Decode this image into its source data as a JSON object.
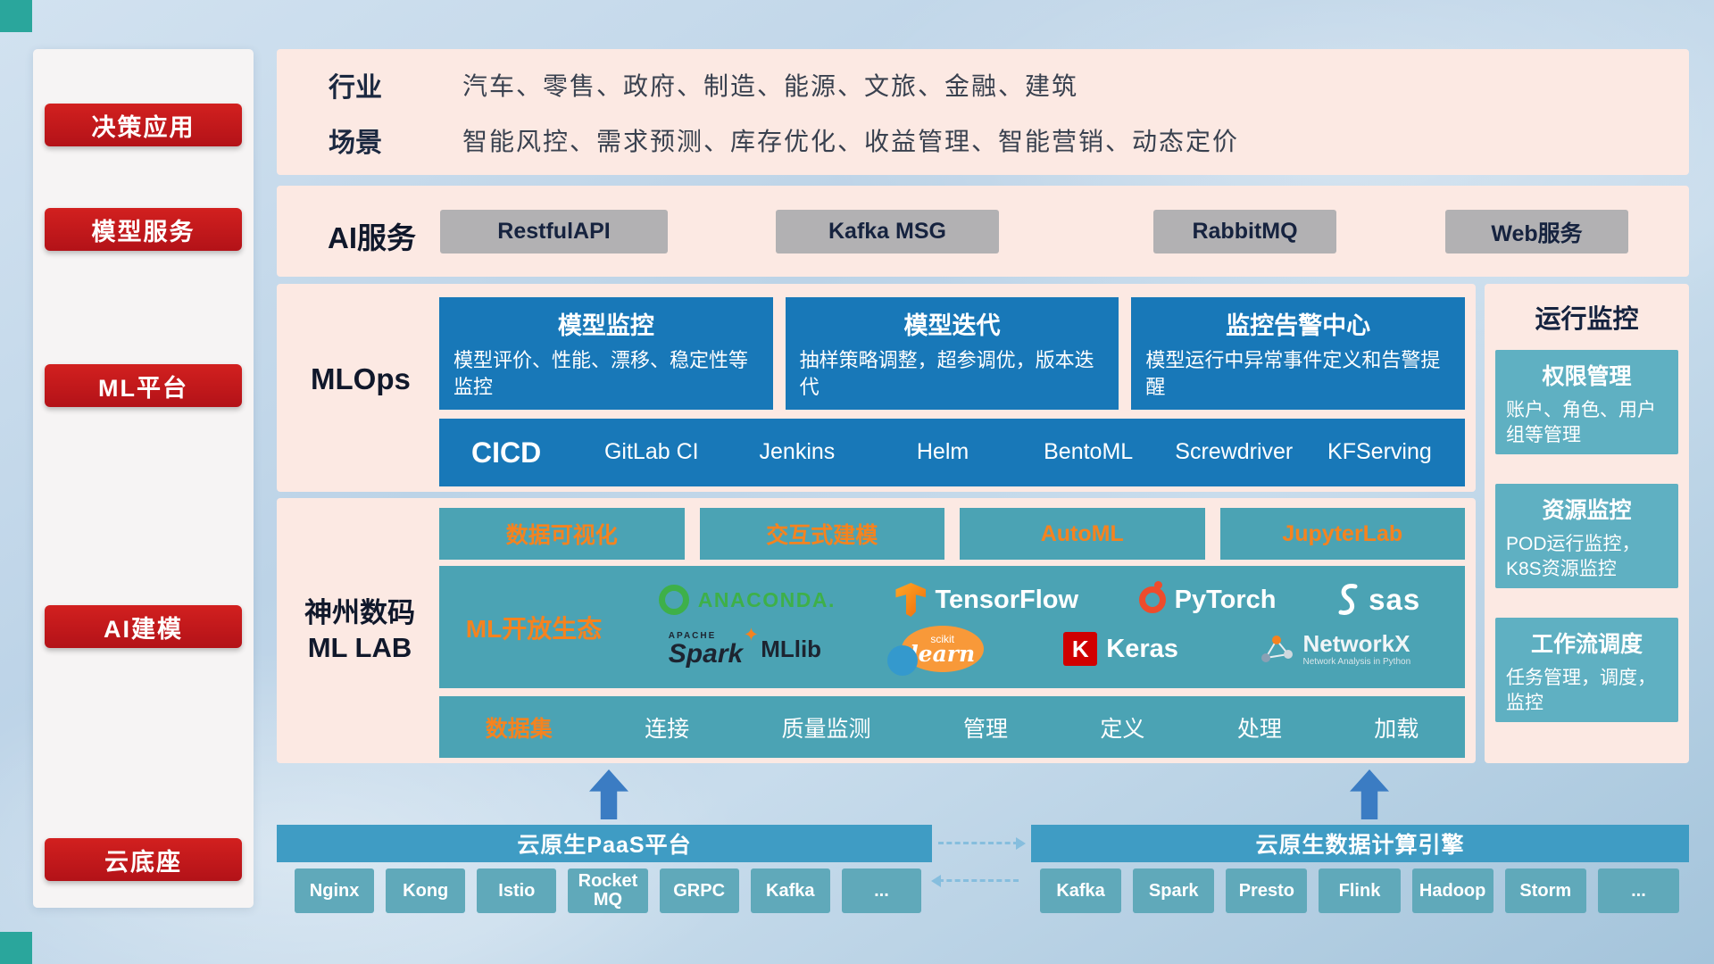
{
  "sidebar": {
    "items": [
      "决策应用",
      "模型服务",
      "ML平台",
      "AI建模",
      "云底座"
    ]
  },
  "overview": {
    "industry_label": "行业",
    "industry_text": "汽车、零售、政府、制造、能源、文旅、金融、建筑",
    "scene_label": "场景",
    "scene_text": "智能风控、需求预测、库存优化、收益管理、智能营销、动态定价"
  },
  "ai_service": {
    "label": "AI服务",
    "buttons": [
      "RestfulAPI",
      "Kafka MSG",
      "RabbitMQ",
      "Web服务"
    ]
  },
  "mlops": {
    "label": "MLOps",
    "cards": [
      {
        "title": "模型监控",
        "desc": "模型评价、性能、漂移、稳定性等监控"
      },
      {
        "title": "模型迭代",
        "desc": "抽样策略调整，超参调优，版本迭代"
      },
      {
        "title": "监控告警中心",
        "desc": "模型运行中异常事件定义和告警提醒"
      }
    ],
    "cicd_title": "CICD",
    "cicd_items": [
      "GitLab CI",
      "Jenkins",
      "Helm",
      "BentoML",
      "Screwdriver",
      "KFServing"
    ]
  },
  "mllab": {
    "label_line1": "神州数码",
    "label_line2": "ML LAB",
    "top_buttons": [
      "数据可视化",
      "交互式建模",
      "AutoML",
      "JupyterLab"
    ],
    "ecosystem_label": "ML开放生态",
    "logos": {
      "anaconda": "ANACONDA.",
      "tensorflow": "TensorFlow",
      "pytorch": "PyTorch",
      "sas": "sas",
      "spark_apache": "APACHE",
      "spark": "Spark",
      "mllib": "MLlib",
      "scikit_top": "scikit",
      "scikit_script": "learn",
      "keras_letter": "K",
      "keras": "Keras",
      "networkx": "NetworkX",
      "networkx_sub": "Network Analysis in Python"
    },
    "data_row": [
      "数据集",
      "连接",
      "质量监测",
      "管理",
      "定义",
      "处理",
      "加载"
    ]
  },
  "monitoring": {
    "title": "运行监控",
    "cards": [
      {
        "title": "权限管理",
        "desc": "账户、角色、用户组等管理"
      },
      {
        "title": "资源监控",
        "desc": "POD运行监控，K8S资源监控"
      },
      {
        "title": "工作流调度",
        "desc": "任务管理，调度，监控"
      }
    ]
  },
  "cloud": {
    "paas": {
      "title": "云原生PaaS平台",
      "items": [
        "Nginx",
        "Kong",
        "Istio",
        "RocketMQ",
        "GRPC",
        "Kafka",
        "..."
      ]
    },
    "engine": {
      "title": "云原生数据计算引擎",
      "items": [
        "Kafka",
        "Spark",
        "Presto",
        "Flink",
        "Hadoop",
        "Storm",
        "..."
      ]
    }
  },
  "icons": {
    "spark_star": "✦"
  },
  "colors": {
    "accent_red": "#c3161e",
    "panel_pink": "#fce9e3",
    "card_blue": "#1878b8",
    "teal": "#4ba3b4",
    "teal_light": "#5fb0c2",
    "orange": "#f5831f",
    "bar_blue": "#3f9cc4",
    "corner_teal": "#2aa69c"
  }
}
